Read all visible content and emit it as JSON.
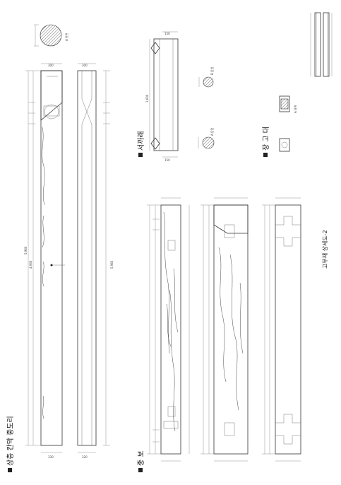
{
  "sheet_title": "고부재 상세도-2",
  "sections": [
    {
      "label": "상층 칸막 중도리"
    },
    {
      "label": "서까래"
    },
    {
      "label": "종 보"
    },
    {
      "label": "장 고 대"
    }
  ],
  "callouts": {
    "section_a": "A 단면",
    "section_b": "B 단면"
  }
}
